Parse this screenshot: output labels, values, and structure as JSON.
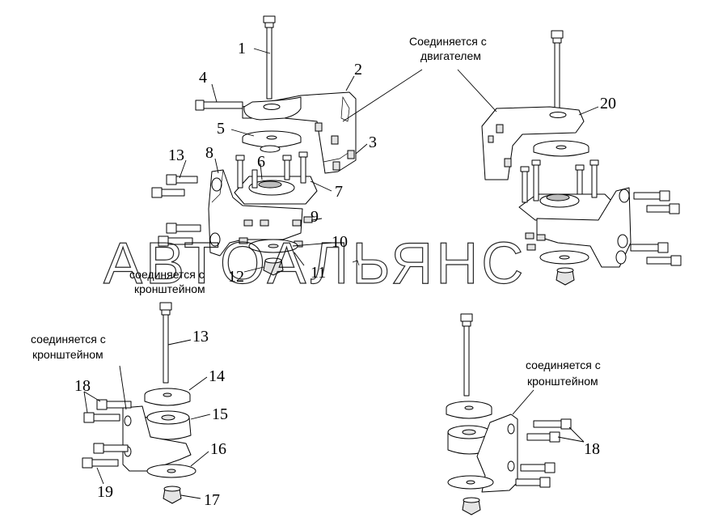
{
  "watermark": "АВТОАЛЬЯНС",
  "captions": {
    "engine_top_line1": "Соединяется с",
    "engine_top_line2": "двигателем",
    "bracket_mid_line1": "соединяется с",
    "bracket_mid_line2": "кронштейном",
    "bracket_left_line1": "соединяется с",
    "bracket_left_line2": "кронштейном",
    "bracket_right_line1": "соединяется с",
    "bracket_right_line2": "кронштейном"
  },
  "callouts": {
    "n1": "1",
    "n2": "2",
    "n3": "3",
    "n4": "4",
    "n5": "5",
    "n6": "6",
    "n7": "7",
    "n8": "8",
    "n9": "9",
    "n10": "10",
    "n11": "11",
    "n12": "12",
    "n13a": "13",
    "n20": "20",
    "n13b": "13",
    "n14": "14",
    "n15": "15",
    "n16": "16",
    "n17": "17",
    "n18a": "18",
    "n19": "19",
    "n18b": "18"
  }
}
